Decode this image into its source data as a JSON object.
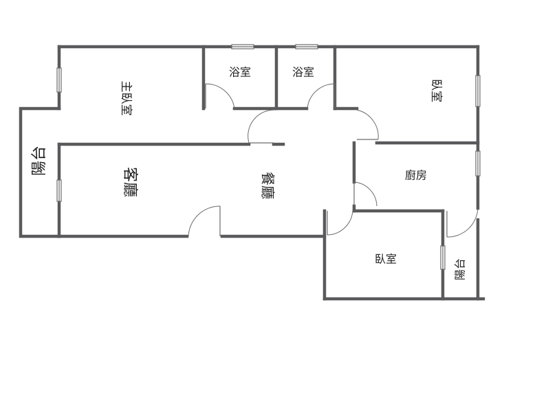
{
  "floorplan": {
    "rooms": {
      "master_bedroom": "主臥室",
      "bathroom_1": "浴室",
      "bathroom_2": "浴室",
      "bedroom_ne": "臥室",
      "balcony_west": "陽台",
      "living_room": "客廳",
      "dining_room": "餐廳",
      "kitchen": "廚房",
      "bedroom_s": "臥室",
      "balcony_se": "陽台"
    }
  }
}
